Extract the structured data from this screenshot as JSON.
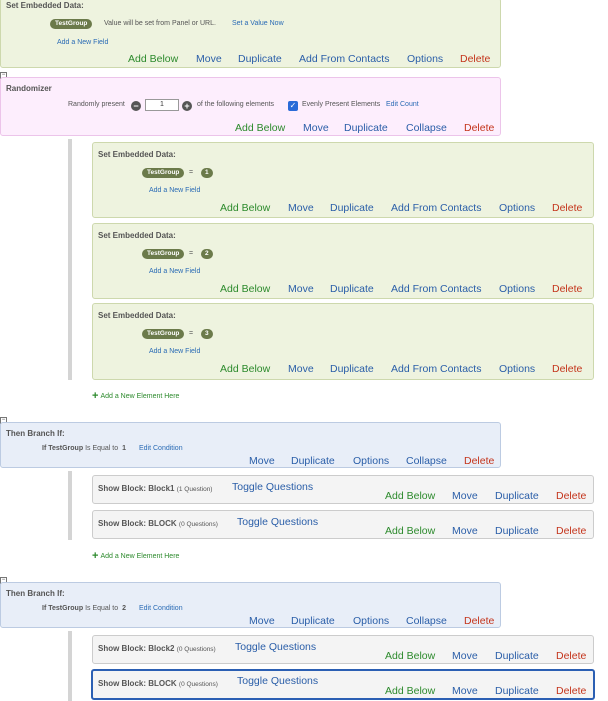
{
  "labels": {
    "set_embedded": "Set Embedded Data:",
    "randomizer": "Randomizer",
    "then_branch_if": "Then Branch If:",
    "add_new_field": "Add a New Field",
    "add_new_element": "Add a New Element Here",
    "equals": "=",
    "toggle_questions": "Toggle Questions"
  },
  "actions": {
    "add_below": "Add Below",
    "move": "Move",
    "duplicate": "Duplicate",
    "add_from_contacts": "Add From Contacts",
    "options": "Options",
    "collapse": "Collapse",
    "delete": "Delete"
  },
  "top_embedded": {
    "field": "TestGroup",
    "note": "Value will be set from Panel or URL.",
    "set_value_link": "Set a Value Now"
  },
  "randomizer": {
    "prefix": "Randomly present",
    "count": "1",
    "suffix": "of the following elements",
    "evenly_label": "Evenly Present Elements",
    "edit_count": "Edit Count",
    "evenly_checked": true
  },
  "embedded_children": [
    {
      "field": "TestGroup",
      "value": "1"
    },
    {
      "field": "TestGroup",
      "value": "2"
    },
    {
      "field": "TestGroup",
      "value": "3"
    }
  ],
  "branches": [
    {
      "if": "If",
      "field": "TestGroup",
      "op": "Is Equal to",
      "value": "1",
      "edit": "Edit Condition",
      "blocks": [
        {
          "name": "Show Block: Block1",
          "count": "(1 Question)"
        },
        {
          "name": "Show Block: BLOCK",
          "count": "(0 Questions)"
        }
      ]
    },
    {
      "if": "If",
      "field": "TestGroup",
      "op": "Is Equal to",
      "value": "2",
      "edit": "Edit Condition",
      "blocks": [
        {
          "name": "Show Block: Block2",
          "count": "(0 Questions)"
        },
        {
          "name": "Show Block: BLOCK",
          "count": "(0 Questions)"
        }
      ]
    }
  ],
  "colors": {
    "add": "#2c8a2c",
    "action": "#2a5ea8",
    "delete": "#c4341b",
    "selected_border": "#2b5fb3"
  }
}
